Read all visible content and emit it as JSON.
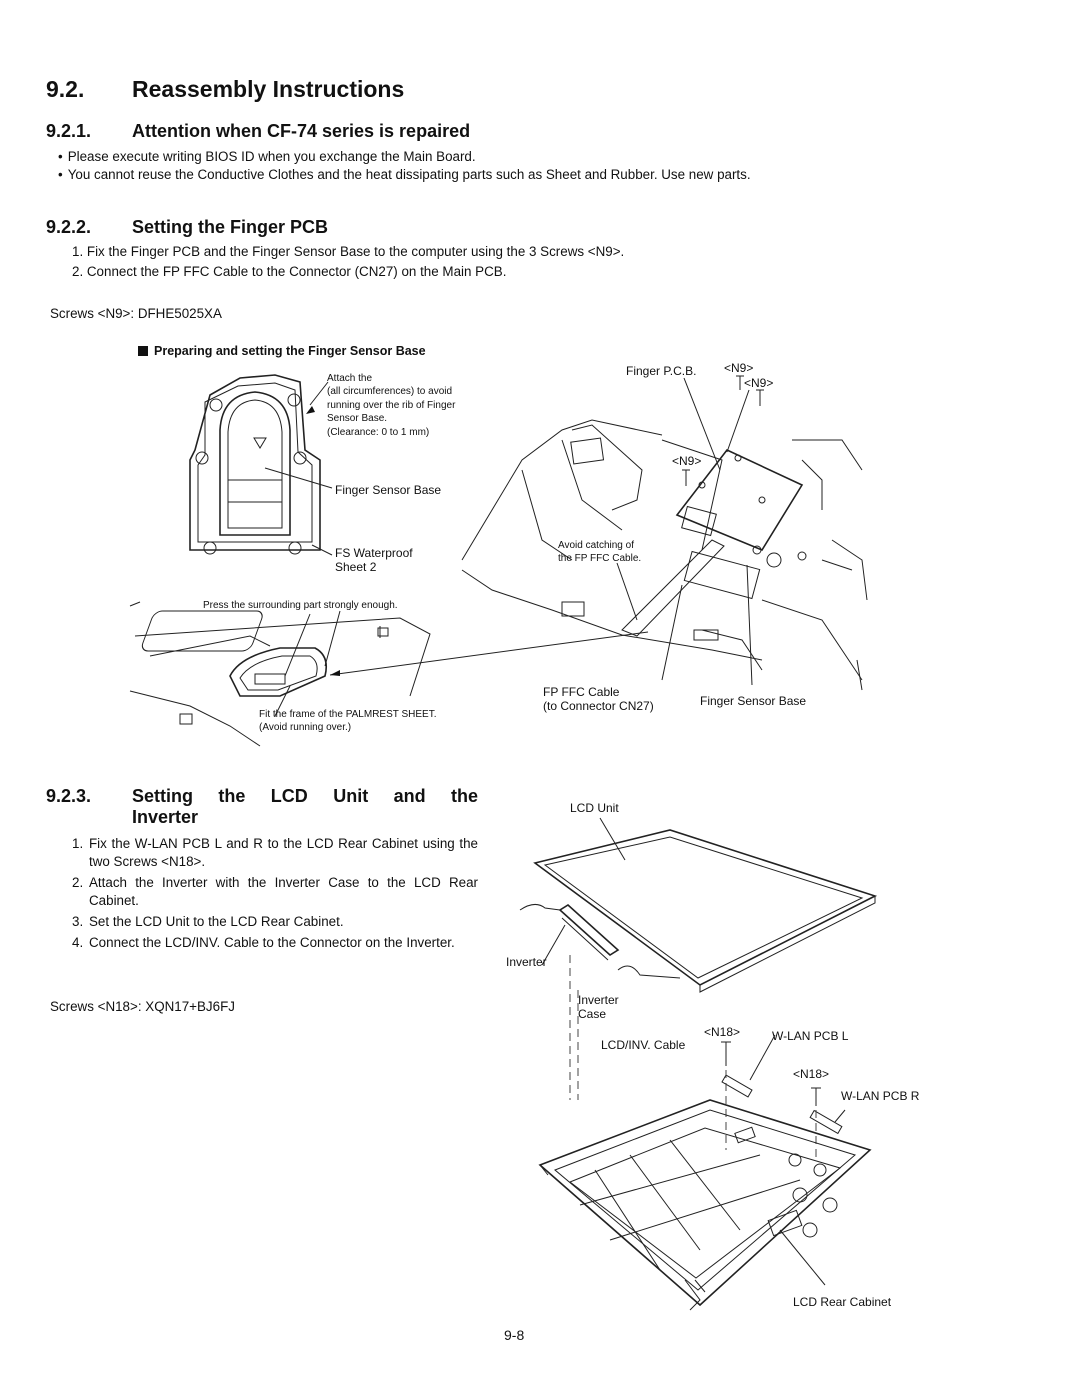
{
  "heading": {
    "number": "9.2.",
    "title": "Reassembly Instructions"
  },
  "s1": {
    "number": "9.2.1.",
    "title": "Attention when CF-74 series is repaired",
    "bullets": [
      "Please execute writing BIOS ID when you exchange the Main Board.",
      "You cannot reuse the Conductive Clothes and the heat dissipating parts such as Sheet and Rubber. Use new parts."
    ]
  },
  "s2": {
    "number": "9.2.2.",
    "title": "Setting the Finger PCB",
    "steps": [
      "1. Fix the Finger PCB and the Finger Sensor Base to the computer using the 3 Screws <N9>.",
      "2. Connect the FP FFC Cable to the Connector (CN27) on the Main PCB."
    ],
    "screws": "Screws <N9>: DFHE5025XA",
    "subheading": "Preparing and setting the Finger Sensor Base",
    "labels": {
      "attach": "Attach the",
      "attach2": "(all circumferences) to avoid",
      "attach3": "running over the rib of Finger",
      "attach4": "Sensor Base.",
      "attach5": "(Clearance: 0 to 1 mm)",
      "finger_sensor_base": "Finger Sensor Base",
      "fs_waterproof": "FS Waterproof",
      "sheet2": "Sheet 2",
      "press": "Press the surrounding part strongly enough.",
      "fit_frame": "Fit the frame of the PALMREST SHEET.",
      "avoid_over": "(Avoid running over.)",
      "finger_pcb": "Finger P.C.B.",
      "n9_a": "<N9>",
      "n9_b": "<N9>",
      "n9_c": "<N9>",
      "avoid_catch": "Avoid catching of",
      "avoid_catch2": "the FP FFC Cable.",
      "fp_ffc": "FP FFC Cable",
      "to_conn": "(to Connector CN27)",
      "finger_sensor_base2": "Finger Sensor Base"
    }
  },
  "s3": {
    "number": "9.2.3.",
    "title_line1": "Setting the LCD Unit and the",
    "title_line2": "Inverter",
    "steps": [
      "Fix the W-LAN PCB L and R to the LCD Rear Cabinet using the two Screws <N18>.",
      "Attach the Inverter with the Inverter Case to the LCD Rear Cabinet.",
      "Set the LCD Unit to the LCD Rear Cabinet.",
      "Connect the LCD/INV. Cable to the Connector on the Inverter."
    ],
    "step_nums": [
      "1.",
      "2.",
      "3.",
      "4."
    ],
    "screws": "Screws <N18>: XQN17+BJ6FJ",
    "labels": {
      "lcd_unit": "LCD Unit",
      "inverter": "Inverter",
      "inverter_case": "Inverter",
      "inverter_case2": "Case",
      "lcd_inv_cable": "LCD/INV. Cable",
      "n18_a": "<N18>",
      "wlan_l": "W-LAN PCB L",
      "n18_b": "<N18>",
      "wlan_r": "W-LAN PCB R",
      "rear_cabinet": "LCD Rear Cabinet"
    }
  },
  "page_number": "9-8"
}
